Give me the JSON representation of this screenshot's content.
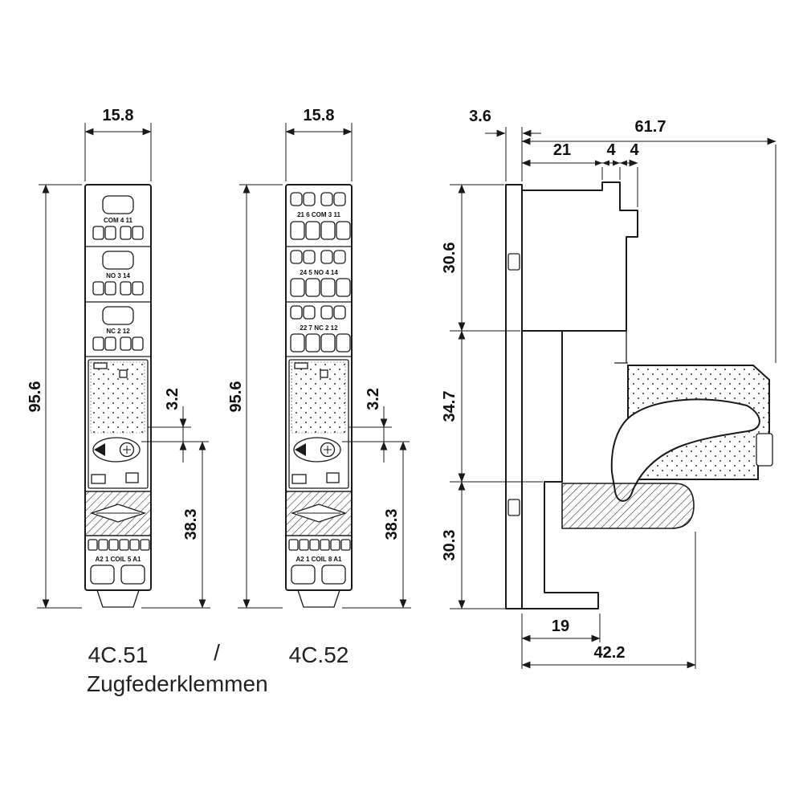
{
  "page": {
    "background": "#ffffff",
    "line_color": "#1a1a1a"
  },
  "captions": {
    "model_left": "4C.51",
    "separator": "/",
    "model_right": "4C.52",
    "subtitle": "Zugfederklemmen"
  },
  "front_view_1": {
    "name": "4C.51 front view",
    "dims": {
      "width": "15.8",
      "height": "95.6",
      "gap": "3.2",
      "lower": "38.3"
    },
    "terminals": {
      "row1": "COM 4 11",
      "row2": "NO 3 14",
      "row3": "NC 2 12",
      "coil": "A2 1 COIL 5 A1"
    }
  },
  "front_view_2": {
    "name": "4C.52 front view",
    "dims": {
      "width": "15.8",
      "height": "95.6",
      "gap": "3.2",
      "lower": "38.3"
    },
    "terminals": {
      "row1": "21 6 COM 3 11",
      "row2": "24 5 NO 4 14",
      "row3": "22 7 NC 2 12",
      "coil": "A2 1 COIL 8 A1"
    }
  },
  "side_view": {
    "name": "side view",
    "dims": {
      "rail_lip": "3.6",
      "total_depth": "61.7",
      "step1": "21",
      "step2": "4",
      "step3": "4",
      "upper_height": "30.6",
      "middle_height": "34.7",
      "lower_height": "30.3",
      "foot_depth": "19",
      "plate_depth": "42.2"
    }
  }
}
